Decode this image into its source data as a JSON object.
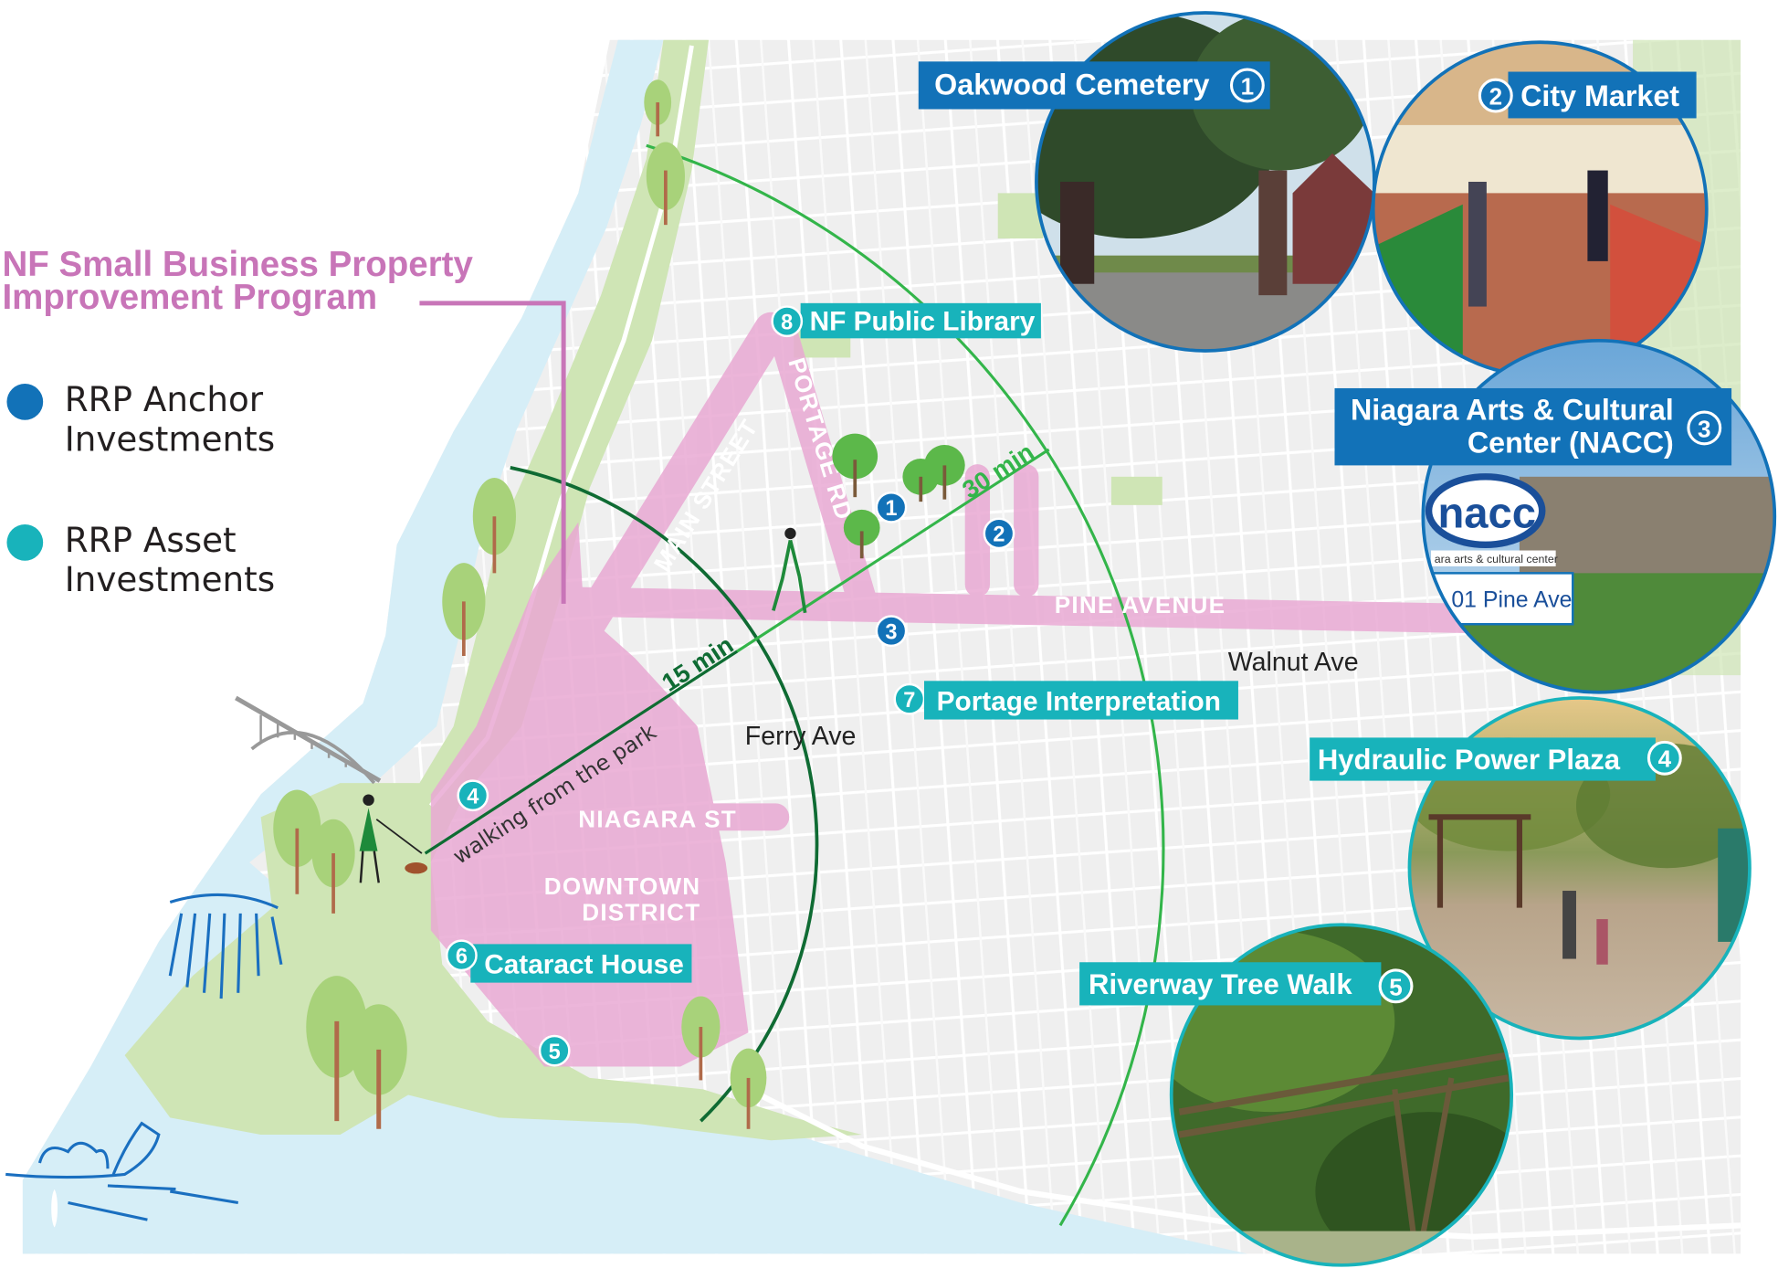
{
  "colors": {
    "anchor_blue": "#1272b8",
    "asset_teal": "#18b3bb",
    "program_pink": "#c875b8",
    "pink_area": "#e9a9d3",
    "walk_15": "#0f6b33",
    "walk_30": "#33b54a",
    "water": "#d6eef7",
    "park": "#cfe5b5"
  },
  "legend": {
    "program_line1": "NF Small Business Property",
    "program_line2": "Improvement Program",
    "anchor_line1": "RRP Anchor",
    "anchor_line2": "Investments",
    "asset_line1": "RRP Asset",
    "asset_line2": "Investments"
  },
  "streets": {
    "main": "MAIN STREET",
    "portage": "PORTAGE RD",
    "pine": "PINE AVENUE",
    "niagara": "NIAGARA ST",
    "walnut": "Walnut Ave",
    "ferry": "Ferry Ave",
    "downtown_line1": "DOWNTOWN",
    "downtown_line2": "DISTRICT"
  },
  "walk": {
    "ring_15": "15 min",
    "ring_30": "30 min",
    "path": "walking from the park"
  },
  "sites": {
    "oakwood": {
      "num": "1",
      "label": "Oakwood Cemetery",
      "type": "anchor"
    },
    "city_market": {
      "num": "2",
      "label": "City Market",
      "type": "anchor"
    },
    "nacc": {
      "num": "3",
      "label_line1": "Niagara Arts & Cultural",
      "label_line2": "Center (NACC)",
      "type": "anchor"
    },
    "hydraulic": {
      "num": "4",
      "label": "Hydraulic Power Plaza",
      "type": "asset"
    },
    "riverway": {
      "num": "5",
      "label": "Riverway Tree Walk",
      "type": "asset"
    },
    "cataract": {
      "num": "6",
      "label": "Cataract House",
      "type": "asset"
    },
    "portage": {
      "num": "7",
      "label": "Portage Interpretation",
      "type": "asset"
    },
    "library": {
      "num": "8",
      "label": "NF Public Library",
      "type": "asset"
    }
  },
  "photo_text": {
    "nacc_logo": "nacc",
    "nacc_subtitle": "ara arts & cultural center",
    "nacc_address": "01 Pine Ave"
  }
}
